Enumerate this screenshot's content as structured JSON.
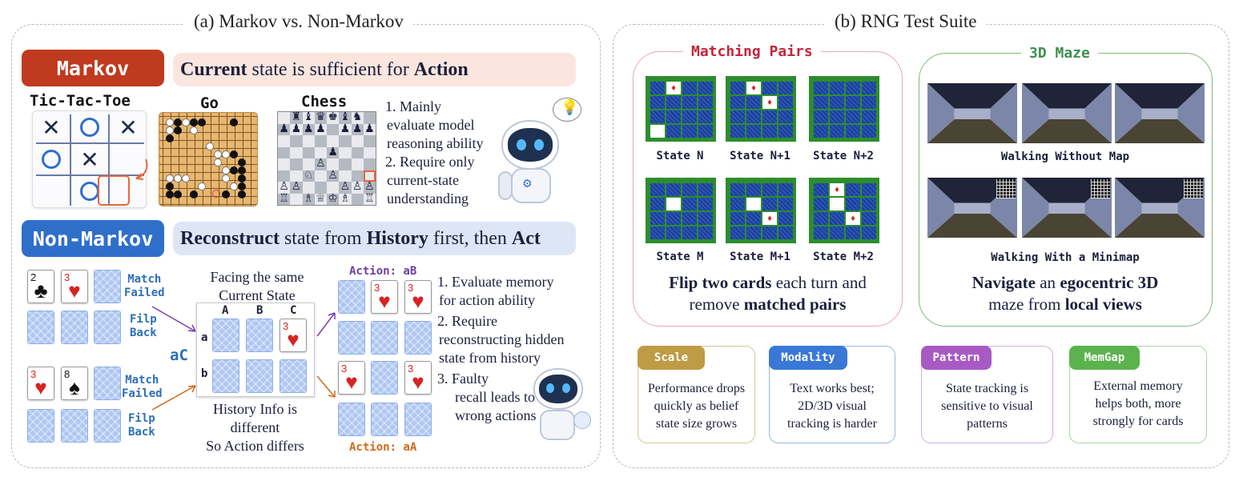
{
  "panel_a": {
    "title": "(a) Markov vs. Non-Markov",
    "markov": {
      "pill": "Markov",
      "banner_bold1": "Current",
      "banner_mid": " state is sufficient for ",
      "banner_bold2": "Action",
      "games": {
        "ttt": "Tic-Tac-Toe",
        "go": "Go",
        "chess": "Chess"
      },
      "points": [
        "1. Mainly",
        "evaluate model",
        "reasoning ability",
        "2. Require only",
        "current-state",
        "understanding"
      ]
    },
    "nonmarkov": {
      "pill": "Non-Markov",
      "banner_bold1": "Reconstruct",
      "banner_mid1": " state from ",
      "banner_bold2": "History",
      "banner_mid2": " first, then ",
      "banner_bold3": "Act",
      "cards": {
        "c1_rank": "2",
        "c1_suit": "♣",
        "c2_rank": "3",
        "c2_suit": "♥",
        "c3_rank": "3",
        "c3_suit": "♥",
        "c4_rank": "8",
        "c4_suit": "♠",
        "center_rank": "3",
        "center_suit": "♥"
      },
      "match_failed_1a": "Match",
      "match_failed_1b": "Failed",
      "flip_back_1a": "Filp",
      "flip_back_1b": "Back",
      "match_failed_2a": "Match",
      "match_failed_2b": "Failed",
      "flip_back_2a": "Filp",
      "flip_back_2b": "Back",
      "facing_1": "Facing the same",
      "facing_2": "Current State",
      "cols": [
        "A",
        "B",
        "C"
      ],
      "rows": [
        "a",
        "b"
      ],
      "ac_label": "aC",
      "history_1": "History Info is",
      "history_2": "different",
      "history_3": "So Action differs",
      "action_top": "Action: aB",
      "action_bottom": "Action: aA",
      "points": [
        "1. Evaluate memory",
        "for action ability",
        "2. Require",
        "reconstructing hidden",
        "state from history",
        "3. Faulty",
        "recall leads to",
        "wrong actions"
      ]
    }
  },
  "panel_b": {
    "title": "(b) RNG Test Suite",
    "matching": {
      "title": "Matching Pairs",
      "states": [
        "State N",
        "State N+1",
        "State N+2",
        "State M",
        "State M+1",
        "State M+2"
      ],
      "cap_bold1": "Flip two cards",
      "cap_mid": " each turn and",
      "cap_line2_pre": "remove ",
      "cap_bold2": "matched pairs"
    },
    "maze": {
      "title": "3D Maze",
      "label1": "Walking Without Map",
      "label2": "Walking With a Minimap",
      "cap_bold1": "Navigate",
      "cap_mid": " an ",
      "cap_bold2": "egocentric 3D",
      "cap_line2_pre": "maze from ",
      "cap_bold3": "local views"
    },
    "features": [
      {
        "tag": "Scale",
        "color": "#bf9b45",
        "text1": "Performance drops",
        "text2": "quickly as belief",
        "text3": "state size grows"
      },
      {
        "tag": "Modality",
        "color": "#3a78d8",
        "text1": "Text works best;",
        "text2": "2D/3D visual",
        "text3": "tracking is harder"
      },
      {
        "tag": "Pattern",
        "color": "#a85ac4",
        "text1": "State tracking is",
        "text2": "sensitive to visual",
        "text3": "patterns"
      },
      {
        "tag": "MemGap",
        "color": "#5bb34d",
        "text1": "External memory",
        "text2": "helps both, more",
        "text3": "strongly for cards"
      }
    ]
  },
  "colors": {
    "markov_red": "#bf3a1e",
    "nonmarkov_blue": "#2f6fca",
    "markov_banner": "#fbe6df",
    "nonmarkov_banner": "#dce6f5",
    "matching_title": "#c8243a",
    "maze_title": "#3f8f4f",
    "action_top": "#6b3fa0",
    "action_bottom": "#d06a1a"
  }
}
